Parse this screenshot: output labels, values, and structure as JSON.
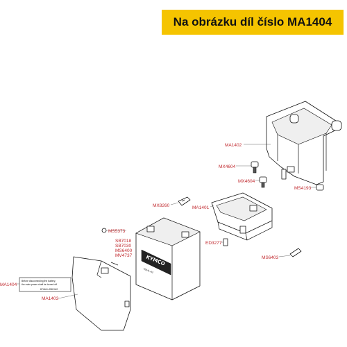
{
  "banner": {
    "text": "Na obrázku díl číslo MA1404"
  },
  "callouts": {
    "ma1402": "MA1402",
    "mx4604_a": "MX4604",
    "mx4604_b": "MX4604",
    "ms4193": "MS4193",
    "mx8260": "MX8260",
    "ma1401": "MA1401",
    "ms5373": "MS5373",
    "battery_codes": [
      "SB7018",
      "SB7030",
      "MS6400",
      "MV4737"
    ],
    "ed3277": "ED3277",
    "ms6403": "MS6403",
    "ma1404": "MA1404",
    "ma1403": "MA1403"
  },
  "battery_label": {
    "brand": "KYMCO",
    "model": "YB14L-A2"
  },
  "warning_label": {
    "line1": "Before disconnecting the battery,",
    "line2": "the main power shall be turned off",
    "code": "87446-LJ58-9U0"
  },
  "colors": {
    "banner": "#f5c400",
    "callout_text": "#c0282d"
  }
}
